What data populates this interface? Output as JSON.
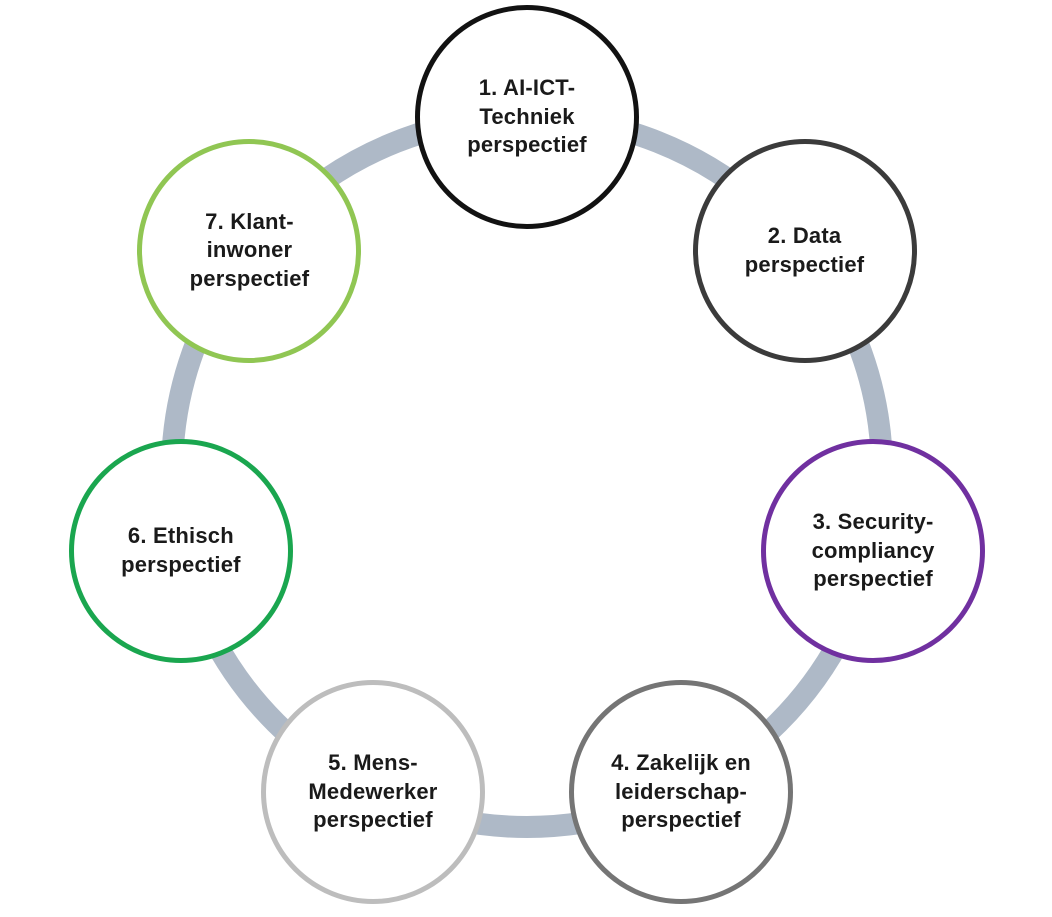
{
  "diagram": {
    "type": "cycle",
    "background": "#ffffff",
    "text_color": "#1a1a1a",
    "ring": {
      "color": "#aeb9c7"
    },
    "nodes": [
      {
        "id": "1",
        "text": "1. AI-ICT-\nTechniek\nperspectief",
        "border_color": "#121212"
      },
      {
        "id": "2",
        "text": "2. Data\nperspectief",
        "border_color": "#3b3b3b"
      },
      {
        "id": "3",
        "text": "3. Security-\ncompliancy\nperspectief",
        "border_color": "#7030a0"
      },
      {
        "id": "4",
        "text": "4. Zakelijk en\nleiderschap-\nperspectief",
        "border_color": "#757575"
      },
      {
        "id": "5",
        "text": "5. Mens-\nMedewerker\nperspectief",
        "border_color": "#bdbdbd"
      },
      {
        "id": "6",
        "text": "6. Ethisch\nperspectief",
        "border_color": "#1aa64f"
      },
      {
        "id": "7",
        "text": "7. Klant-\ninwoner\nperspectief",
        "border_color": "#90c653"
      }
    ]
  }
}
